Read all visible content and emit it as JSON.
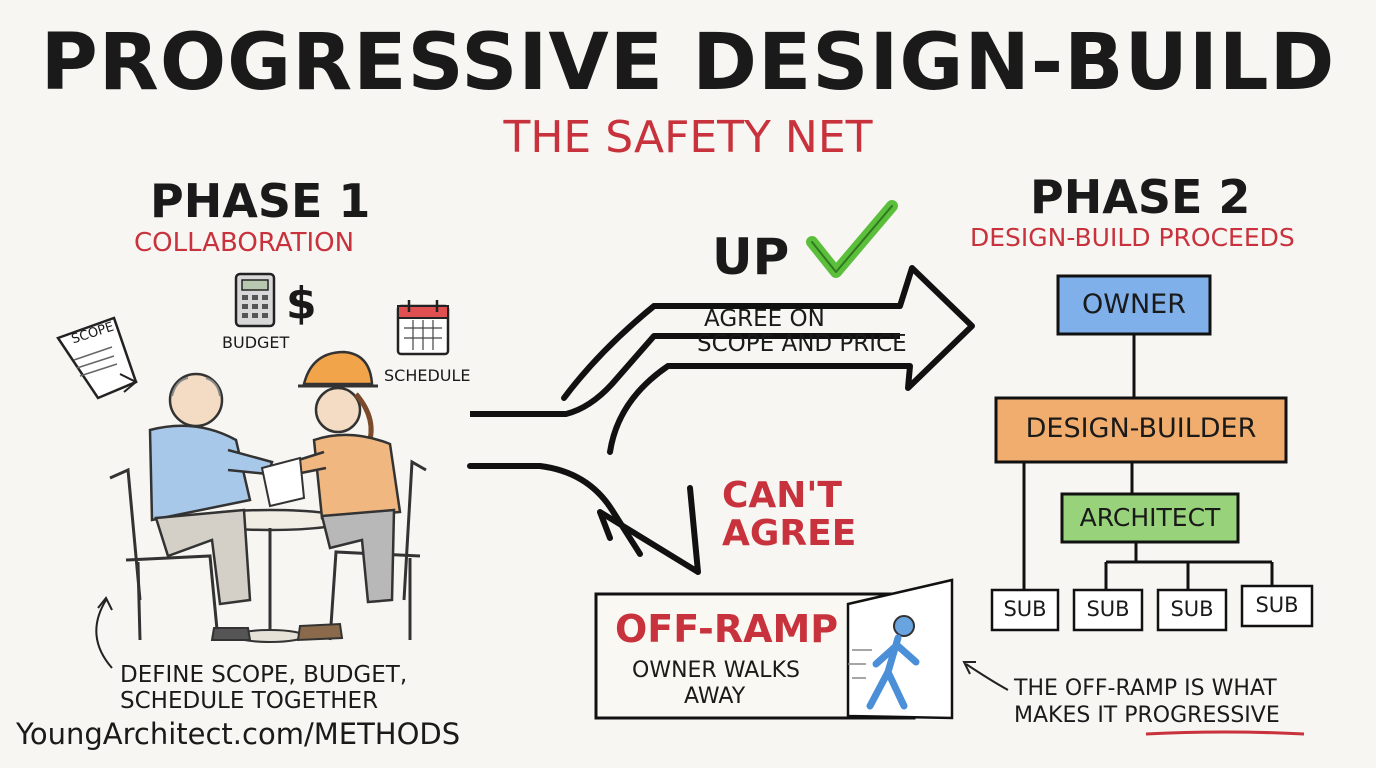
{
  "title": "PROGRESSIVE DESIGN-BUILD",
  "subtitle": "THE SAFETY NET",
  "phase1": {
    "heading": "PHASE 1",
    "subheading": "COLLABORATION",
    "scope_label": "SCOPE",
    "budget_label": "BUDGET",
    "schedule_label": "SCHEDULE",
    "dollar_symbol": "$",
    "caption_line1": "DEFINE SCOPE, BUDGET,",
    "caption_line2": "SCHEDULE TOGETHER"
  },
  "decision": {
    "up_label": "UP",
    "agree_line1": "AGREE ON",
    "agree_line2": "SCOPE AND PRICE",
    "cant_line1": "CAN'T",
    "cant_line2": "AGREE"
  },
  "offramp": {
    "title": "OFF-RAMP",
    "line1": "OWNER WALKS",
    "line2": "AWAY",
    "note_line1": "THE OFF-RAMP IS WHAT",
    "note_line2_prefix": "MAKES IT ",
    "note_line2_emphasis": "PROGRESSIVE"
  },
  "phase2": {
    "heading": "PHASE 2",
    "subheading": "DESIGN-BUILD PROCEEDS",
    "org": {
      "owner": "OWNER",
      "design_builder": "DESIGN-BUILDER",
      "architect": "ARCHITECT",
      "subs": [
        "SUB",
        "SUB",
        "SUB",
        "SUB"
      ]
    }
  },
  "footer": "YoungArchitect.com/METHODS",
  "colors": {
    "accent_red": "#c8323c",
    "owner_blue": "#4a8fd8",
    "builder_orange": "#e8944a",
    "architect_green": "#72c257",
    "check_green": "#5cbf3c"
  }
}
